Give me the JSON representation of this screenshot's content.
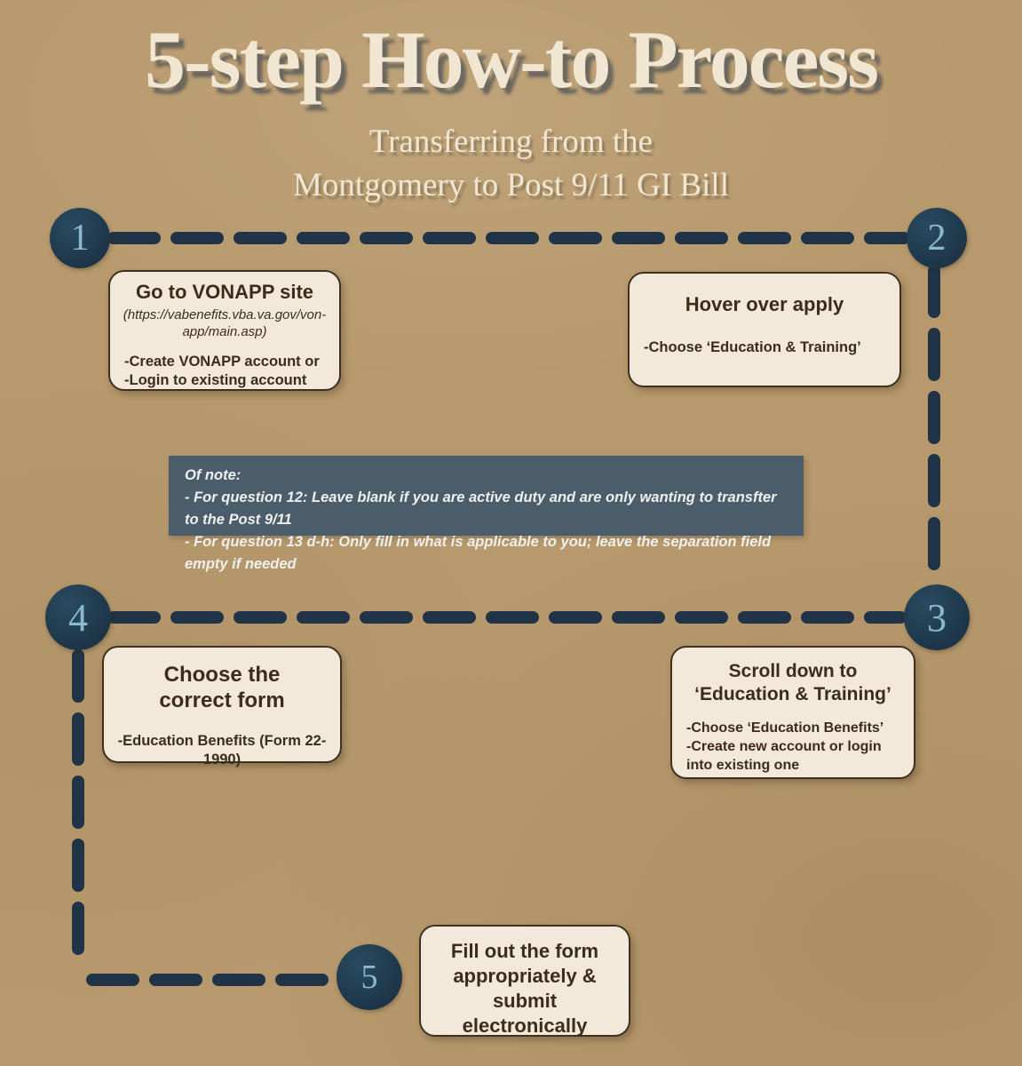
{
  "title": "5-step How-to Process",
  "subtitle": [
    "Transferring from the",
    "Montgomery to Post 9/11 GI Bill"
  ],
  "steps": [
    {
      "number": "1",
      "title": "Go to VONAPP site",
      "url_lines": [
        "(https://vabenefits.vba.va.gov/von-",
        "app/main.asp)"
      ],
      "bullets": [
        "-Create VONAPP account or",
        "-Login to existing account"
      ]
    },
    {
      "number": "2",
      "title": "Hover over apply",
      "bullets": [
        "-Choose ‘Education & Training’"
      ]
    },
    {
      "number": "3",
      "title": "Scroll down to ‘Education & Training’",
      "bullets": [
        "-Choose ‘Education Benefits’",
        "-Create new account or login into existing one"
      ]
    },
    {
      "number": "4",
      "title": "Choose the correct form",
      "bullets": [
        "-Education Benefits (Form 22-1990)"
      ]
    },
    {
      "number": "5",
      "title": "Fill out the form appropriately & submit electronically",
      "bullets": []
    }
  ],
  "note": {
    "heading": "Of note:",
    "lines": [
      "- For question 12: Leave blank if you are active duty and are only wanting to transfter to the Post 9/11",
      "- For question 13 d-h: Only fill in what is applicable to you; leave the separation field empty if needed"
    ]
  },
  "colors": {
    "background": "#b7996d",
    "navy": "#213346",
    "circle_fill": "#1d3547",
    "circle_number": "#8ab9ce",
    "box_bg": "#f3e9da",
    "box_border": "#3e3121",
    "box_text": "#3b2d1a",
    "note_bg": "#4b5c6b",
    "note_text": "#eef0ed",
    "title_text": "#f0e6d2"
  }
}
